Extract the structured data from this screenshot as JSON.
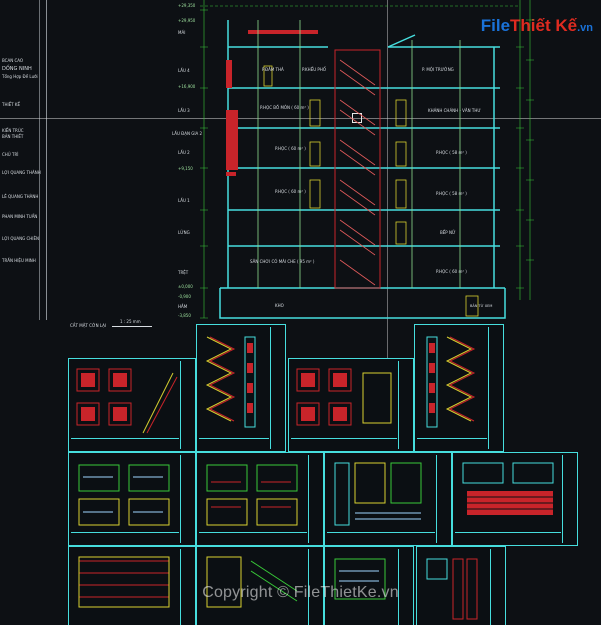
{
  "logo": {
    "part1": "File",
    "part2": "Thiết Kế",
    "suffix": ".vn"
  },
  "left_panel": {
    "title_lines": [
      "BCAN CAO",
      "DỐNG NINH",
      "Tổng Hợp Để Lưới"
    ],
    "rows": [
      "THIẾT KẾ",
      "KIẾN TRÚC",
      "BẢN THIẾT",
      "CHỦ TRÌ",
      "LỢI QUANG THÀNH",
      "LÊ QUANG THÀNH",
      "PHAN MINH TUẤN",
      "LỢI QUANG CHIÊN",
      "TRẦN HIỆU MINH"
    ]
  },
  "floors_left": [
    "+29,350",
    "+29,950",
    "MÁI",
    "LẦU 4",
    "+16,900",
    "LẦU 3",
    "LẦU ĐẠN GIA 2",
    "LẦU 2",
    "+9,150",
    "LẦU 1",
    "LỬNG",
    "TRỆT",
    "±0,000",
    "-0,900",
    "HẦM",
    "-3,850"
  ],
  "rooms": [
    {
      "label": "P.ĐÂM THÀ"
    },
    {
      "label": "P.KHẾU PHỐ"
    },
    {
      "label": "P.HỌC BỒ MÔN ( 60 m² )"
    },
    {
      "label": "P.HỌC ( 60 m² )"
    },
    {
      "label": "P.HỌC ( 60 m² )"
    },
    {
      "label": "SÂN CHƠI CÓ MÁI CHE ( 95 m² )"
    },
    {
      "label": "KHO"
    },
    {
      "label": "P. MỘI TRƯỜNG"
    },
    {
      "label": "KHÁNH CHÁNH - VĂN THƯ"
    },
    {
      "label": "P.HỌC ( 58 m² )"
    },
    {
      "label": "P.HỌC ( 58 m² )"
    },
    {
      "label": "BẾP NỮ"
    },
    {
      "label": "P.HỌC ( 60 m² )"
    },
    {
      "label": "BẢN TỪ XEM"
    }
  ],
  "section_caption": "CẮT MẶT CỚN LẠI",
  "scale_caption": "1 : 25 mm",
  "watermark": "Copyright © FileThietKe.vn",
  "thumbnails": [
    {
      "name": "stair-detail-sheet-1"
    },
    {
      "name": "stair-detail-sheet-2"
    },
    {
      "name": "stair-detail-sheet-3"
    },
    {
      "name": "stair-detail-sheet-4"
    },
    {
      "name": "floor-detail-sheet-1"
    },
    {
      "name": "floor-detail-sheet-2"
    },
    {
      "name": "floor-detail-sheet-3"
    },
    {
      "name": "floor-detail-sheet-4"
    },
    {
      "name": "section-sheet-1"
    },
    {
      "name": "section-sheet-2"
    },
    {
      "name": "section-sheet-3"
    },
    {
      "name": "section-sheet-4"
    }
  ],
  "colors": {
    "cyan": "#46dede",
    "red": "#c8242a",
    "green": "#38c838",
    "yellow": "#d8d030",
    "logo_blue": "#1a72d8",
    "logo_red": "#e02b20"
  }
}
